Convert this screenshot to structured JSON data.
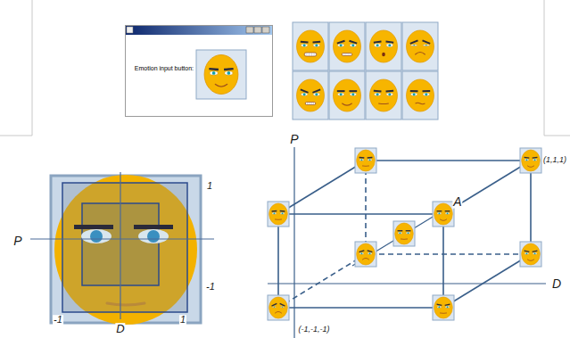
{
  "diagram": {
    "nodes": [
      {
        "text": [
          "Emotion input button:"
        ]
      }
    ],
    "labels": [
      "1",
      "P",
      "-1",
      "-1",
      "D",
      "1",
      "P",
      "(1,1,1)",
      "A",
      "D",
      "(-1,-1,-1)"
    ]
  }
}
